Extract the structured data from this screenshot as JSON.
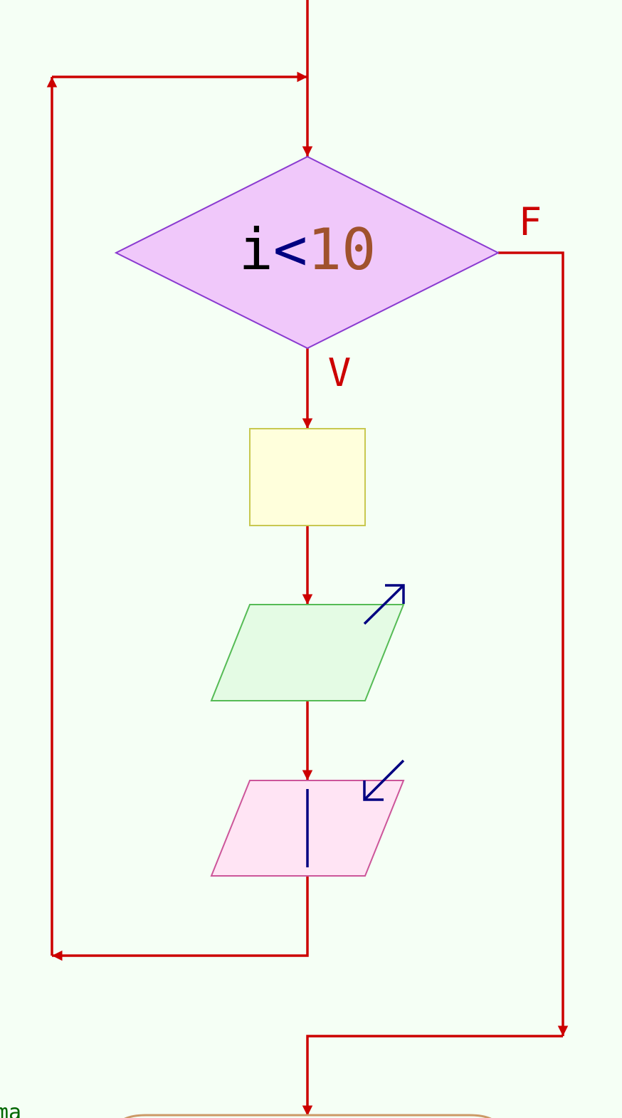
{
  "colors": {
    "background": "#f5fff5",
    "flow_line": "#cc0000",
    "decision_fill": "#f0c8fa",
    "decision_stroke": "#8a3ad0",
    "process_fill": "#ffffdc",
    "process_stroke": "#c8c850",
    "output_fill": "#e4fbe4",
    "output_stroke": "#55bb55",
    "input_fill": "#ffe4f4",
    "input_stroke": "#cc5599",
    "var_text": "#000000",
    "operator_text": "#000080",
    "literal_text": "#a0522d",
    "io_arrow": "#000080",
    "edge_text": "#cc0000",
    "corner_text": "#006600",
    "terminal_stroke": "#cc9966"
  },
  "decision": {
    "var": "i",
    "op": "<",
    "literal": "10"
  },
  "edges": {
    "false_label": "F",
    "true_label": "V"
  },
  "corner_text": "ma",
  "icons": {
    "output": "arrow-up-right-icon",
    "input": "arrow-down-left-icon"
  }
}
